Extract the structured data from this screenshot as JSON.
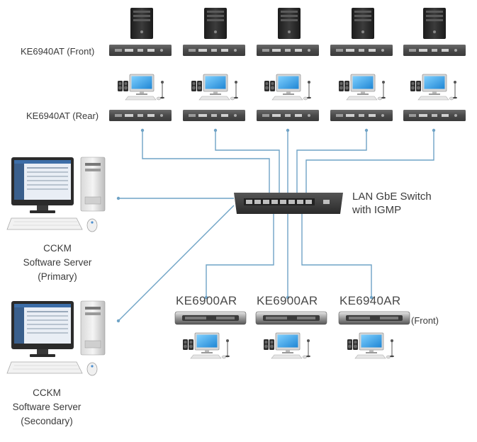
{
  "labels": {
    "tx_front": "KE6940AT (Front)",
    "tx_rear": "KE6940AT (Rear)",
    "switch_line1": "LAN GbE Switch",
    "switch_line2": "with IGMP",
    "rx1_model": "KE6900AR",
    "rx2_model": "KE6900AR",
    "rx3_model": "KE6940AR",
    "rx3_front": "(Front)",
    "primary_line1": "CCKM",
    "primary_line2": "Software Server",
    "primary_line3": "(Primary)",
    "secondary_line1": "CCKM",
    "secondary_line2": "Software Server",
    "secondary_line3": "(Secondary)"
  },
  "colors": {
    "cable": "#6fa3c6",
    "device_dark": "#4a4a4a",
    "label_text": "#3b3b3b"
  }
}
